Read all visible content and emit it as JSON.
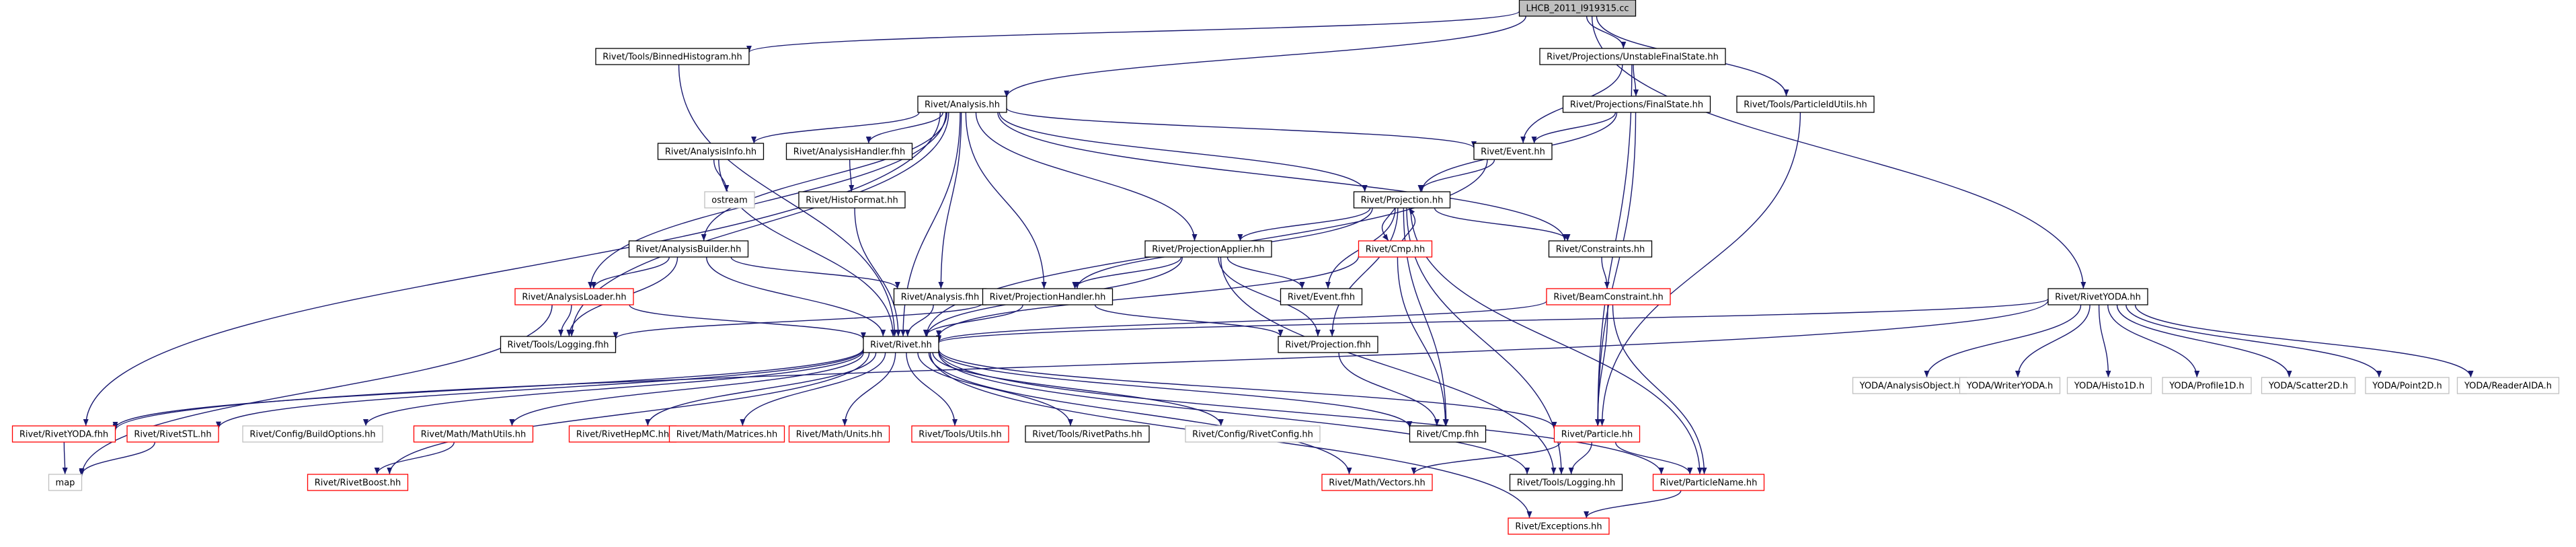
{
  "colors": {
    "edge": "#191970",
    "border_normal": "#000000",
    "border_incomplete": "#ff0000",
    "border_external": "#bfbfbf",
    "root_fill": "#bfbfbf",
    "text": "#000000"
  },
  "nodes": [
    {
      "id": "root",
      "label": "LHCB_2011_I919315.cc",
      "kind": "root"
    },
    {
      "id": "binhist",
      "label": "Rivet/Tools/BinnedHistogram.hh",
      "kind": "normal"
    },
    {
      "id": "ufs",
      "label": "Rivet/Projections/UnstableFinalState.hh",
      "kind": "normal"
    },
    {
      "id": "analysis",
      "label": "Rivet/Analysis.hh",
      "kind": "normal"
    },
    {
      "id": "fs",
      "label": "Rivet/Projections/FinalState.hh",
      "kind": "normal"
    },
    {
      "id": "pidutils",
      "label": "Rivet/Tools/ParticleIdUtils.hh",
      "kind": "normal"
    },
    {
      "id": "rivetyoda",
      "label": "Rivet/RivetYODA.hh",
      "kind": "normal"
    },
    {
      "id": "ainfo",
      "label": "Rivet/AnalysisInfo.hh",
      "kind": "normal"
    },
    {
      "id": "ahandlerf",
      "label": "Rivet/AnalysisHandler.fhh",
      "kind": "normal"
    },
    {
      "id": "event",
      "label": "Rivet/Event.hh",
      "kind": "normal"
    },
    {
      "id": "ostream",
      "label": "ostream",
      "kind": "external"
    },
    {
      "id": "histoformat",
      "label": "Rivet/HistoFormat.hh",
      "kind": "normal"
    },
    {
      "id": "projection",
      "label": "Rivet/Projection.hh",
      "kind": "normal"
    },
    {
      "id": "abuilder",
      "label": "Rivet/AnalysisBuilder.hh",
      "kind": "normal"
    },
    {
      "id": "papplier",
      "label": "Rivet/ProjectionApplier.hh",
      "kind": "normal"
    },
    {
      "id": "cmp",
      "label": "Rivet/Cmp.hh",
      "kind": "incomplete"
    },
    {
      "id": "constraints",
      "label": "Rivet/Constraints.hh",
      "kind": "normal"
    },
    {
      "id": "aloader",
      "label": "Rivet/AnalysisLoader.hh",
      "kind": "incomplete"
    },
    {
      "id": "analysisf",
      "label": "Rivet/Analysis.fhh",
      "kind": "normal"
    },
    {
      "id": "eventf",
      "label": "Rivet/Event.fhh",
      "kind": "normal"
    },
    {
      "id": "beamc",
      "label": "Rivet/BeamConstraint.hh",
      "kind": "incomplete"
    },
    {
      "id": "phandler",
      "label": "Rivet/ProjectionHandler.hh",
      "kind": "normal"
    },
    {
      "id": "loggingf",
      "label": "Rivet/Tools/Logging.fhh",
      "kind": "normal"
    },
    {
      "id": "rivet",
      "label": "Rivet/Rivet.hh",
      "kind": "normal"
    },
    {
      "id": "projectionf",
      "label": "Rivet/Projection.fhh",
      "kind": "normal"
    },
    {
      "id": "yao",
      "label": "YODA/AnalysisObject.h",
      "kind": "external"
    },
    {
      "id": "ywy",
      "label": "YODA/WriterYODA.h",
      "kind": "external"
    },
    {
      "id": "yh1",
      "label": "YODA/Histo1D.h",
      "kind": "external"
    },
    {
      "id": "yp1",
      "label": "YODA/Profile1D.h",
      "kind": "external"
    },
    {
      "id": "ys2",
      "label": "YODA/Scatter2D.h",
      "kind": "external"
    },
    {
      "id": "ypt",
      "label": "YODA/Point2D.h",
      "kind": "external"
    },
    {
      "id": "yra",
      "label": "YODA/ReaderAIDA.h",
      "kind": "external"
    },
    {
      "id": "ryodaf",
      "label": "Rivet/RivetYODA.fhh",
      "kind": "incomplete"
    },
    {
      "id": "rstl",
      "label": "Rivet/RivetSTL.hh",
      "kind": "incomplete"
    },
    {
      "id": "buildopts",
      "label": "Rivet/Config/BuildOptions.hh",
      "kind": "external"
    },
    {
      "id": "mathutils",
      "label": "Rivet/Math/MathUtils.hh",
      "kind": "incomplete"
    },
    {
      "id": "hepmc",
      "label": "Rivet/RivetHepMC.hh",
      "kind": "incomplete"
    },
    {
      "id": "matrices",
      "label": "Rivet/Math/Matrices.hh",
      "kind": "incomplete"
    },
    {
      "id": "units",
      "label": "Rivet/Math/Units.hh",
      "kind": "incomplete"
    },
    {
      "id": "toolsutils",
      "label": "Rivet/Tools/Utils.hh",
      "kind": "incomplete"
    },
    {
      "id": "rivetpaths",
      "label": "Rivet/Tools/RivetPaths.hh",
      "kind": "normal"
    },
    {
      "id": "rconfig",
      "label": "Rivet/Config/RivetConfig.hh",
      "kind": "external"
    },
    {
      "id": "cmpf",
      "label": "Rivet/Cmp.fhh",
      "kind": "normal"
    },
    {
      "id": "particle",
      "label": "Rivet/Particle.hh",
      "kind": "incomplete"
    },
    {
      "id": "map",
      "label": "map",
      "kind": "external"
    },
    {
      "id": "rboost",
      "label": "Rivet/RivetBoost.hh",
      "kind": "incomplete"
    },
    {
      "id": "vectors",
      "label": "Rivet/Math/Vectors.hh",
      "kind": "incomplete"
    },
    {
      "id": "logging",
      "label": "Rivet/Tools/Logging.hh",
      "kind": "normal"
    },
    {
      "id": "pname",
      "label": "Rivet/ParticleName.hh",
      "kind": "incomplete"
    },
    {
      "id": "exceptions",
      "label": "Rivet/Exceptions.hh",
      "kind": "incomplete"
    }
  ],
  "edges": [
    [
      "root",
      "binhist"
    ],
    [
      "root",
      "ufs"
    ],
    [
      "root",
      "analysis"
    ],
    [
      "root",
      "pidutils"
    ],
    [
      "root",
      "rivetyoda"
    ],
    [
      "binhist",
      "rivet"
    ],
    [
      "ufs",
      "fs"
    ],
    [
      "ufs",
      "event"
    ],
    [
      "ufs",
      "particle"
    ],
    [
      "fs",
      "event"
    ],
    [
      "fs",
      "projection"
    ],
    [
      "fs",
      "particle"
    ],
    [
      "pidutils",
      "particle"
    ],
    [
      "analysis",
      "ainfo"
    ],
    [
      "analysis",
      "ahandlerf"
    ],
    [
      "analysis",
      "event"
    ],
    [
      "analysis",
      "projection"
    ],
    [
      "analysis",
      "abuilder"
    ],
    [
      "analysis",
      "papplier"
    ],
    [
      "analysis",
      "constraints"
    ],
    [
      "analysis",
      "aloader"
    ],
    [
      "analysis",
      "analysisf"
    ],
    [
      "analysis",
      "phandler"
    ],
    [
      "analysis",
      "loggingf"
    ],
    [
      "analysis",
      "rivet"
    ],
    [
      "analysis",
      "ryodaf"
    ],
    [
      "ainfo",
      "ostream"
    ],
    [
      "ainfo",
      "rivet"
    ],
    [
      "ahandlerf",
      "histoformat"
    ],
    [
      "histoformat",
      "rivet"
    ],
    [
      "event",
      "projection"
    ],
    [
      "event",
      "rivet"
    ],
    [
      "projection",
      "cmp"
    ],
    [
      "projection",
      "papplier"
    ],
    [
      "projection",
      "constraints"
    ],
    [
      "projection",
      "eventf"
    ],
    [
      "projection",
      "phandler"
    ],
    [
      "projection",
      "projectionf"
    ],
    [
      "projection",
      "cmpf"
    ],
    [
      "projection",
      "logging"
    ],
    [
      "projection",
      "pname"
    ],
    [
      "cmp",
      "projection"
    ],
    [
      "cmp",
      "cmpf"
    ],
    [
      "cmp",
      "rivet"
    ],
    [
      "abuilder",
      "aloader"
    ],
    [
      "abuilder",
      "analysisf"
    ],
    [
      "abuilder",
      "loggingf"
    ],
    [
      "abuilder",
      "rivet"
    ],
    [
      "papplier",
      "phandler"
    ],
    [
      "papplier",
      "eventf"
    ],
    [
      "papplier",
      "projectionf"
    ],
    [
      "papplier",
      "rivet"
    ],
    [
      "papplier",
      "logging"
    ],
    [
      "constraints",
      "beamc"
    ],
    [
      "beamc",
      "rivet"
    ],
    [
      "beamc",
      "particle"
    ],
    [
      "beamc",
      "pname"
    ],
    [
      "aloader",
      "loggingf"
    ],
    [
      "aloader",
      "rivet"
    ],
    [
      "aloader",
      "map"
    ],
    [
      "analysisf",
      "rivet"
    ],
    [
      "phandler",
      "loggingf"
    ],
    [
      "phandler",
      "rivet"
    ],
    [
      "phandler",
      "projectionf"
    ],
    [
      "projectionf",
      "cmpf"
    ],
    [
      "rivetyoda",
      "rivet"
    ],
    [
      "rivetyoda",
      "yao"
    ],
    [
      "rivetyoda",
      "ywy"
    ],
    [
      "rivetyoda",
      "yh1"
    ],
    [
      "rivetyoda",
      "yp1"
    ],
    [
      "rivetyoda",
      "ys2"
    ],
    [
      "rivetyoda",
      "ypt"
    ],
    [
      "rivetyoda",
      "yra"
    ],
    [
      "rivetyoda",
      "ryodaf"
    ],
    [
      "rivet",
      "ryodaf"
    ],
    [
      "rivet",
      "rstl"
    ],
    [
      "rivet",
      "buildopts"
    ],
    [
      "rivet",
      "mathutils"
    ],
    [
      "rivet",
      "hepmc"
    ],
    [
      "rivet",
      "matrices"
    ],
    [
      "rivet",
      "units"
    ],
    [
      "rivet",
      "toolsutils"
    ],
    [
      "rivet",
      "rivetpaths"
    ],
    [
      "rivet",
      "rconfig"
    ],
    [
      "rivet",
      "cmpf"
    ],
    [
      "rivet",
      "particle"
    ],
    [
      "rivet",
      "rboost"
    ],
    [
      "rivet",
      "vectors"
    ],
    [
      "rivet",
      "logging"
    ],
    [
      "rivet",
      "pname"
    ],
    [
      "rivet",
      "exceptions"
    ],
    [
      "ryodaf",
      "map"
    ],
    [
      "rstl",
      "map"
    ],
    [
      "mathutils",
      "rboost"
    ],
    [
      "particle",
      "vectors"
    ],
    [
      "particle",
      "logging"
    ],
    [
      "particle",
      "pname"
    ],
    [
      "pname",
      "exceptions"
    ]
  ]
}
